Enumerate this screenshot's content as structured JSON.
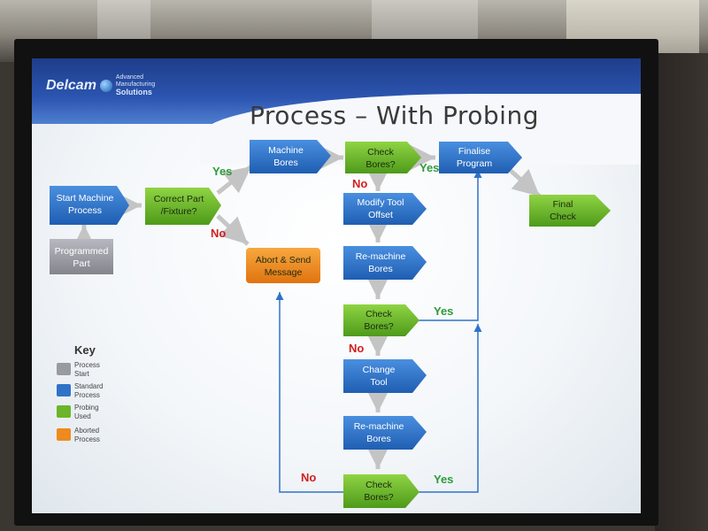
{
  "logo": {
    "name": "Delcam",
    "tagline_1": "Advanced",
    "tagline_2": "Manufacturing",
    "tagline_3": "Solutions"
  },
  "title": "Process – With Probing",
  "colors": {
    "start": "#9a9aa2",
    "standard": "#2f73c8",
    "probing": "#6cb52b",
    "aborted": "#ee8a1e",
    "connector_blue": "#2f73c8",
    "connector_grey": "#b8b8b8"
  },
  "nodes": {
    "start_machine": [
      "Start Machine",
      "Process"
    ],
    "programmed_part": [
      "Programmed",
      "Part"
    ],
    "correct_part": [
      "Correct Part",
      "/Fixture?"
    ],
    "machine_bores": [
      "Machine",
      "Bores"
    ],
    "abort": [
      "Abort & Send",
      "Message"
    ],
    "check_1": [
      "Check",
      "Bores?"
    ],
    "modify_tool": [
      "Modify Tool",
      "Offset"
    ],
    "remachine_1": [
      "Re-machine",
      "Bores"
    ],
    "check_2": [
      "Check",
      "Bores?"
    ],
    "change_tool": [
      "Change",
      "Tool"
    ],
    "remachine_2": [
      "Re-machine",
      "Bores"
    ],
    "check_3": [
      "Check",
      "Bores?"
    ],
    "finalise": [
      "Finalise",
      "Program"
    ],
    "final_check": [
      "Final",
      "Check"
    ]
  },
  "labels": {
    "yes": "Yes",
    "no": "No"
  },
  "key": {
    "title": "Key",
    "items": [
      {
        "lines": [
          "Process",
          "Start"
        ],
        "color": "#9a9aa2"
      },
      {
        "lines": [
          "Standard",
          "Process"
        ],
        "color": "#2f73c8"
      },
      {
        "lines": [
          "Probing",
          "Used"
        ],
        "color": "#6cb52b"
      },
      {
        "lines": [
          "Aborted",
          "Process"
        ],
        "color": "#ee8a1e"
      }
    ]
  }
}
